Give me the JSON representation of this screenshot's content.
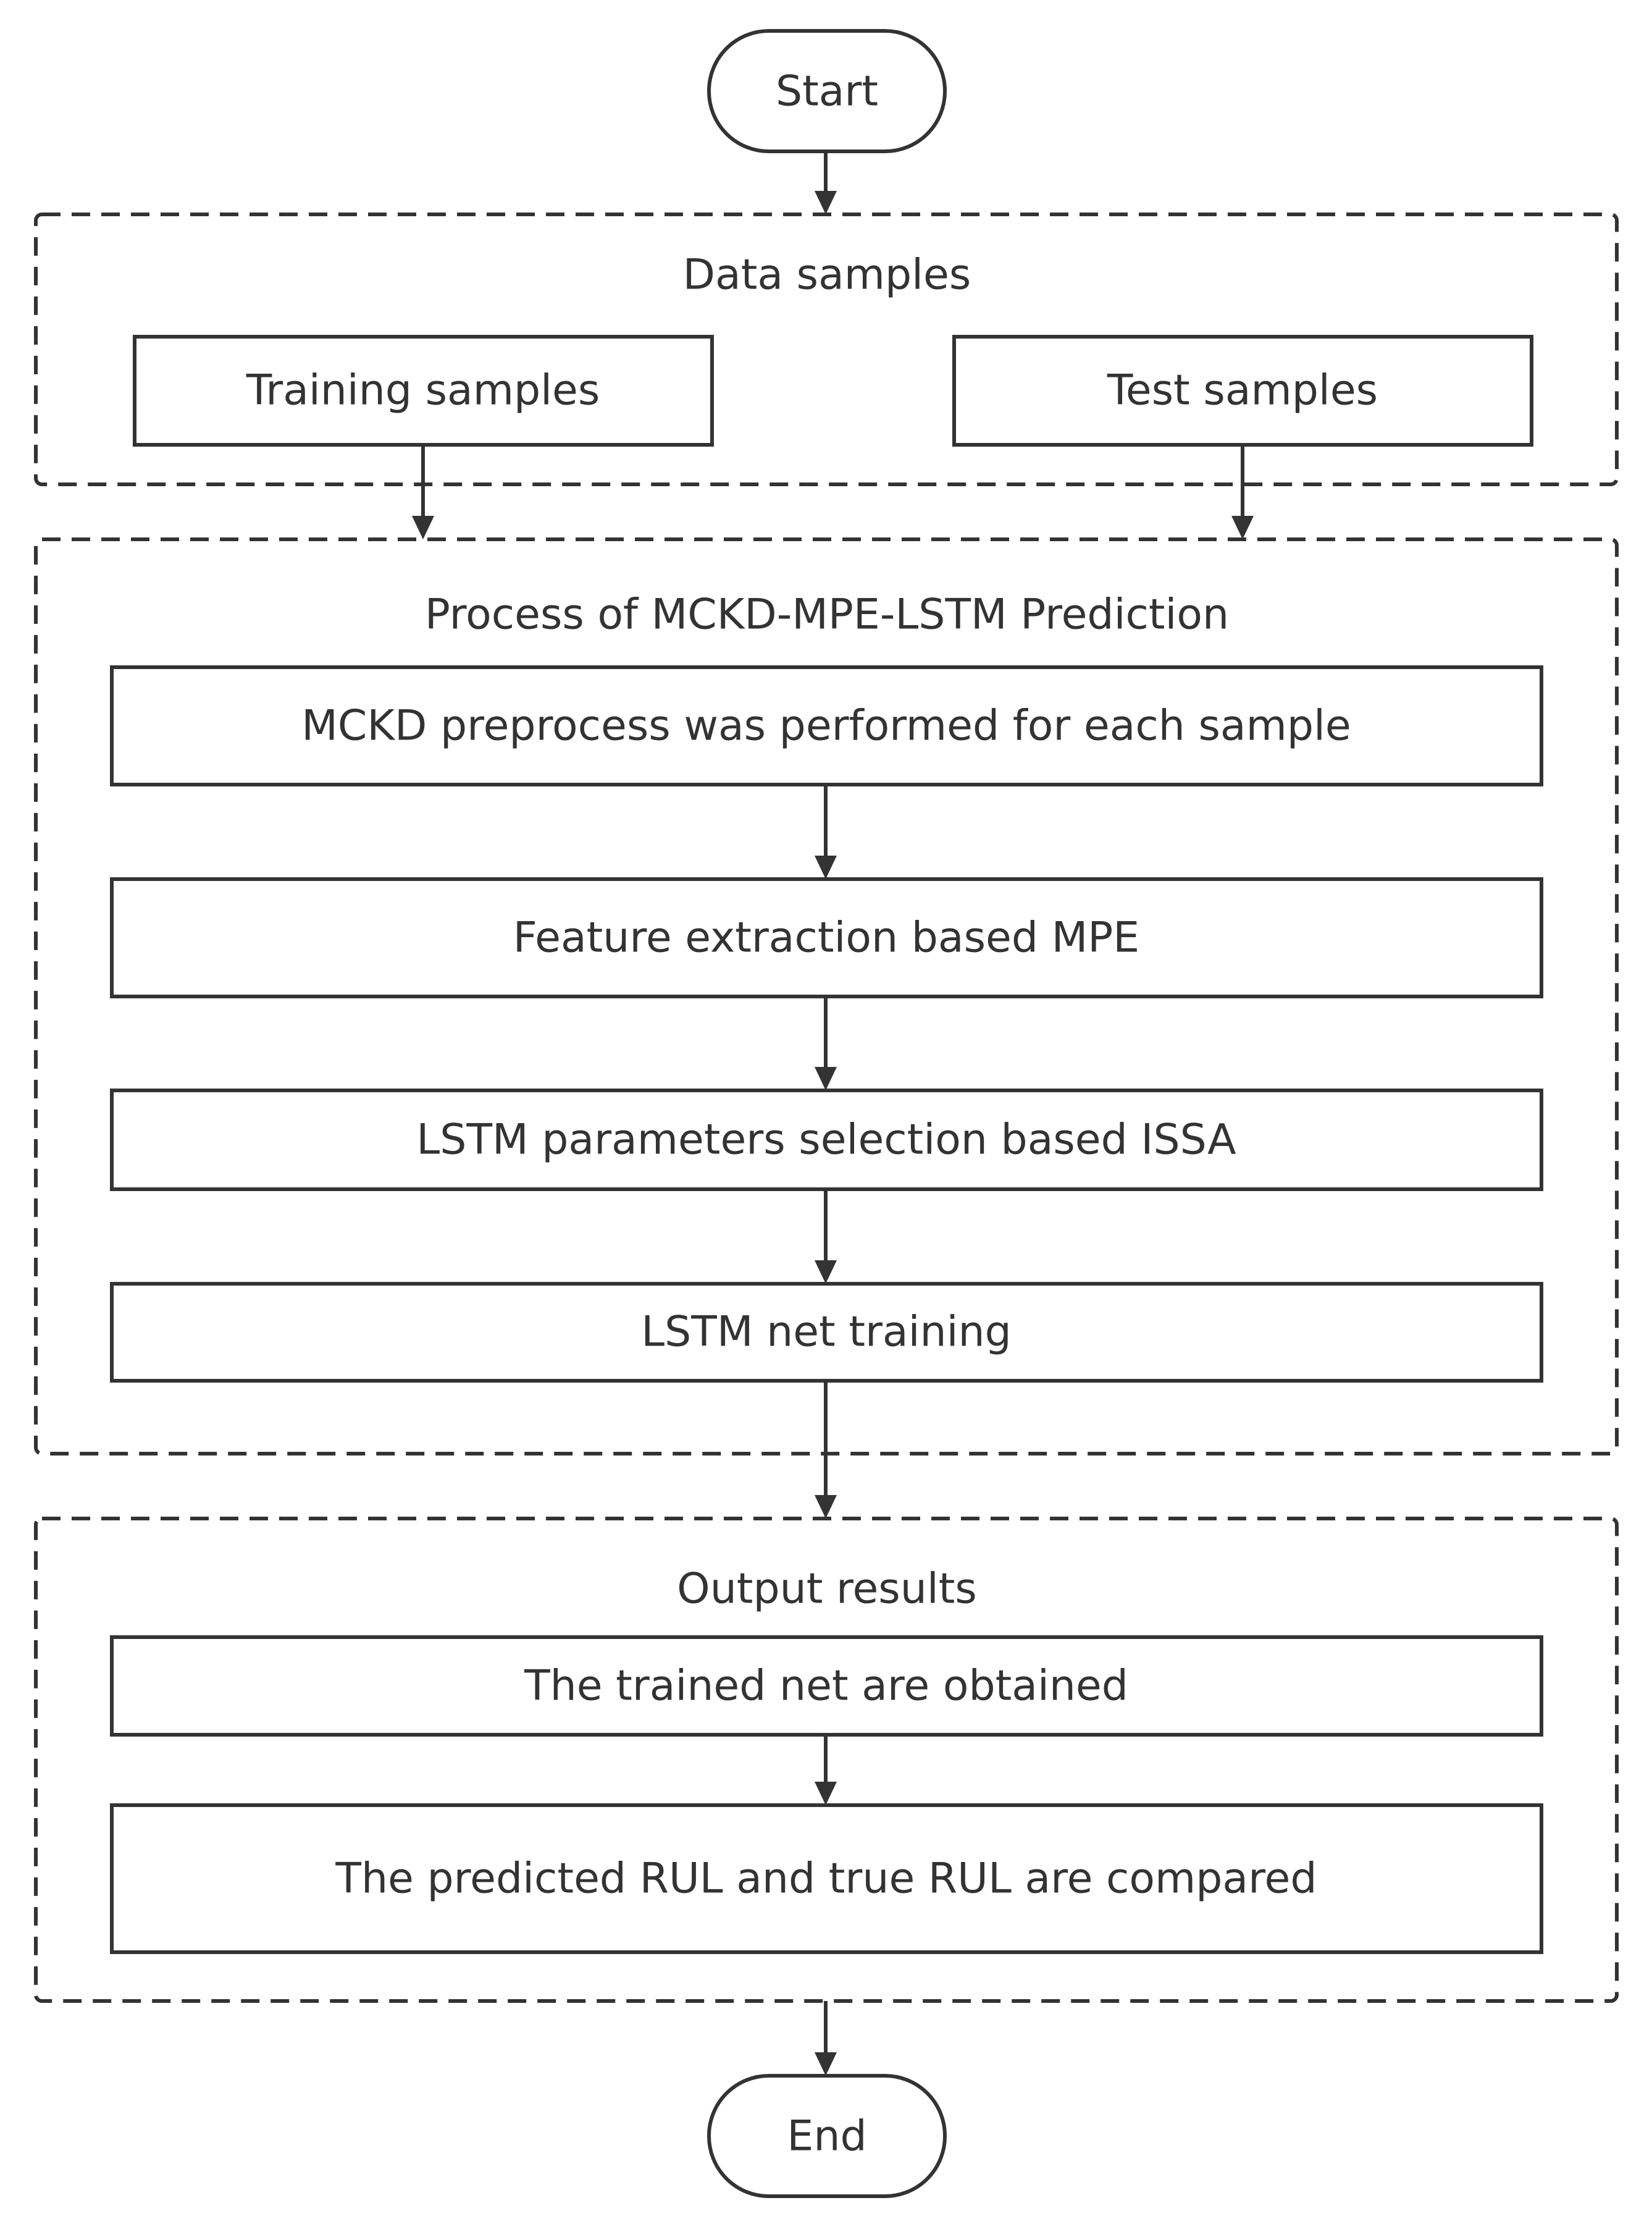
{
  "start": {
    "label": "Start"
  },
  "end": {
    "label": "End"
  },
  "data_group": {
    "title": "Data samples",
    "training": "Training samples",
    "test": "Test samples"
  },
  "process_group": {
    "title": "Process of MCKD-MPE-LSTM Prediction",
    "steps": [
      "MCKD preprocess was performed for each sample",
      "Feature extraction based MPE",
      "LSTM parameters selection based ISSA",
      "LSTM net training"
    ]
  },
  "output_group": {
    "title": "Output results",
    "steps": [
      "The trained net are obtained",
      "The predicted RUL and true RUL are compared"
    ]
  },
  "colors": {
    "stroke": "#333333",
    "fill": "#ffffff",
    "text": "#333333"
  }
}
